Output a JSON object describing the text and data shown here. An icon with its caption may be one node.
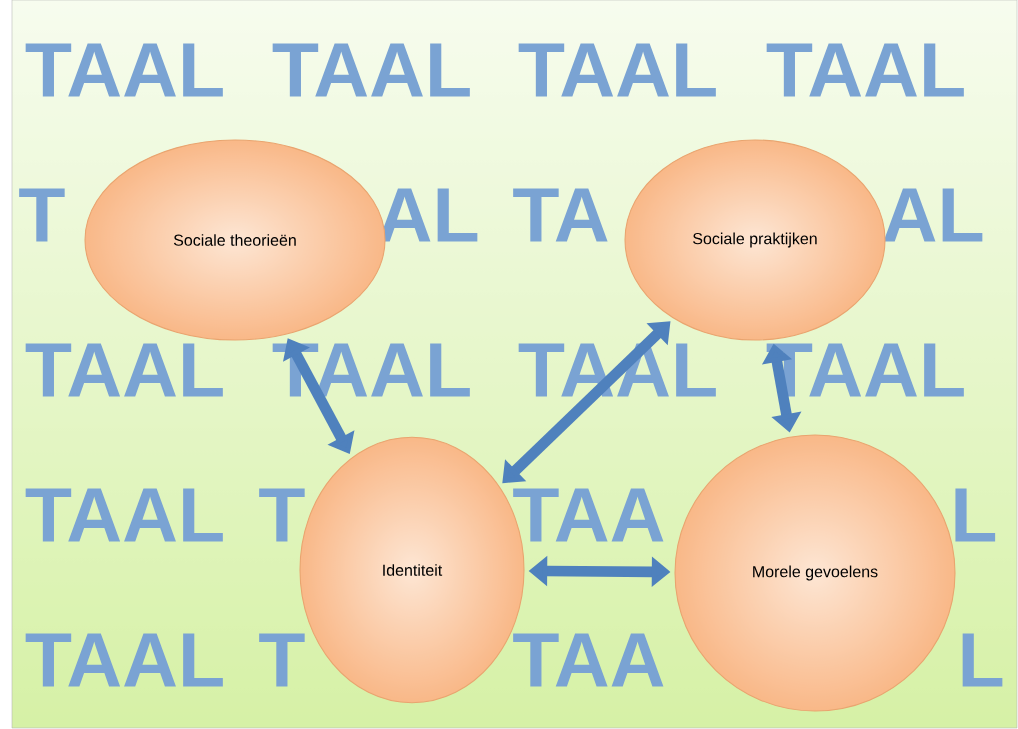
{
  "diagram": {
    "nodes": [
      {
        "text": [
          "Sociale theorieën"
        ]
      },
      {
        "text": [
          "Sociale praktijken"
        ]
      },
      {
        "text": [
          "Identiteit"
        ]
      },
      {
        "text": [
          "Morele gevoelens"
        ]
      }
    ],
    "edges": [
      {
        "from": 0,
        "to": 2,
        "arrow": "both"
      },
      {
        "from": 1,
        "to": 2,
        "arrow": "both"
      },
      {
        "from": 1,
        "to": 3,
        "arrow": "both"
      },
      {
        "from": 2,
        "to": 3,
        "arrow": "both"
      }
    ],
    "labels": [
      "TAAL",
      "TAAL",
      "TAAL",
      "TAAL",
      "T",
      "AL",
      "TA",
      "AL",
      "TAAL",
      "TAAL",
      "TAAL",
      "TAAL",
      "TAAL",
      "T",
      "TAA",
      "L",
      "TAAL",
      "T",
      "TAA",
      "L"
    ]
  }
}
